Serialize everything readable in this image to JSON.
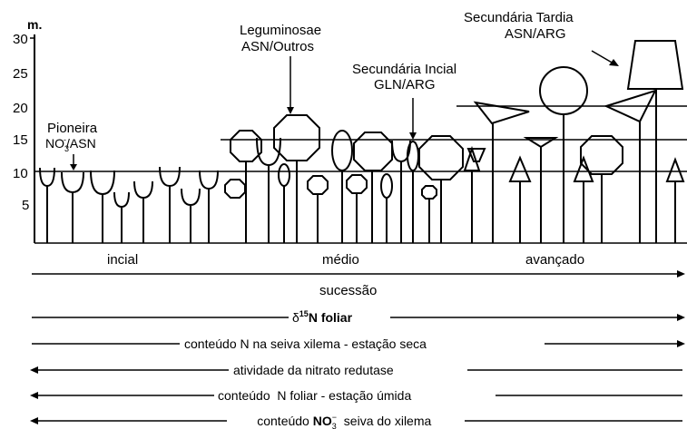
{
  "y_axis": {
    "unit": "m.",
    "ticks": [
      "30",
      "25",
      "20",
      "15",
      "10",
      "5"
    ]
  },
  "groups": [
    {
      "name": "Pioneira",
      "label_line1": "Pioneira",
      "label_line2_prefix": "NO",
      "label_line2_sub": "3",
      "label_line2_sup": "-",
      "label_line2_suffix": "/ASN"
    },
    {
      "name": "Leguminosae",
      "label_line1": "Leguminosae",
      "label_line2": "ASN/Outros"
    },
    {
      "name": "Secundária Incial",
      "label_line1": "Secundária Incial",
      "label_line2": "GLN/ARG"
    },
    {
      "name": "Secundária Tardia",
      "label_line1": "Secundária Tardia",
      "label_line2": "ASN/ARG"
    }
  ],
  "stages": [
    "incial",
    "médio",
    "avançado"
  ],
  "succession_label": "sucessão",
  "trends": [
    {
      "label_prefix": "δ",
      "label_sup": "15",
      "label_suffix": "N foliar",
      "direction": "right"
    },
    {
      "label": "conteúdo N na seiva xilema - estação seca",
      "direction": "right"
    },
    {
      "label": "atividade da nitrato redutase",
      "direction": "left"
    },
    {
      "label": "conteúdo  N foliar - estação úmida",
      "direction": "left"
    },
    {
      "label_prefix": "conteúdo ",
      "label_mid": "NO",
      "label_sub": "3",
      "label_sup": "−",
      "label_suffix": "  seiva do xilema",
      "direction": "left"
    }
  ]
}
